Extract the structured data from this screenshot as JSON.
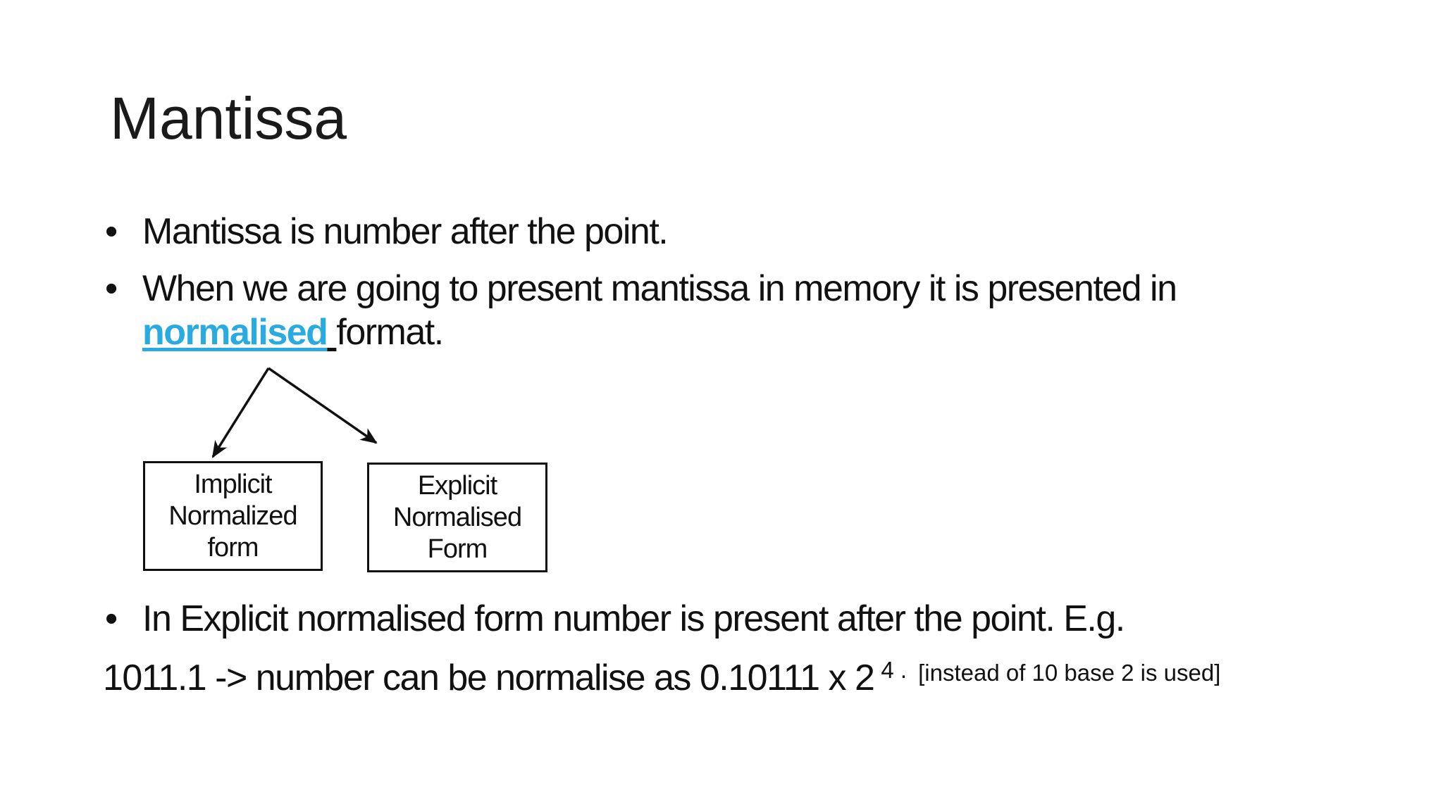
{
  "colors": {
    "background": "#FFFFFF",
    "text": "#111111",
    "accent": "#29ABE2"
  },
  "slide": {
    "title": "Mantissa",
    "bullet_glyph": "•",
    "bullets": [
      {
        "text": "Mantissa is number after the point."
      },
      {
        "line1": "When we are going to present mantissa in memory it is presented in",
        "highlight": "normalised",
        "line2_rest": "format."
      },
      {
        "text": "In Explicit normalised form number is present after the point. E.g."
      }
    ],
    "diagram": {
      "left_box": {
        "line1": "Implicit",
        "line2": "Normalized",
        "line3": "form"
      },
      "right_box": {
        "line1": "Explicit",
        "line2": "Normalised",
        "line3": "Form"
      }
    },
    "example": {
      "main": "1011.1 -> number can be normalise as 0.10111 x 2",
      "superscript": "4 .",
      "note": "[instead of 10 base 2 is used]"
    }
  }
}
